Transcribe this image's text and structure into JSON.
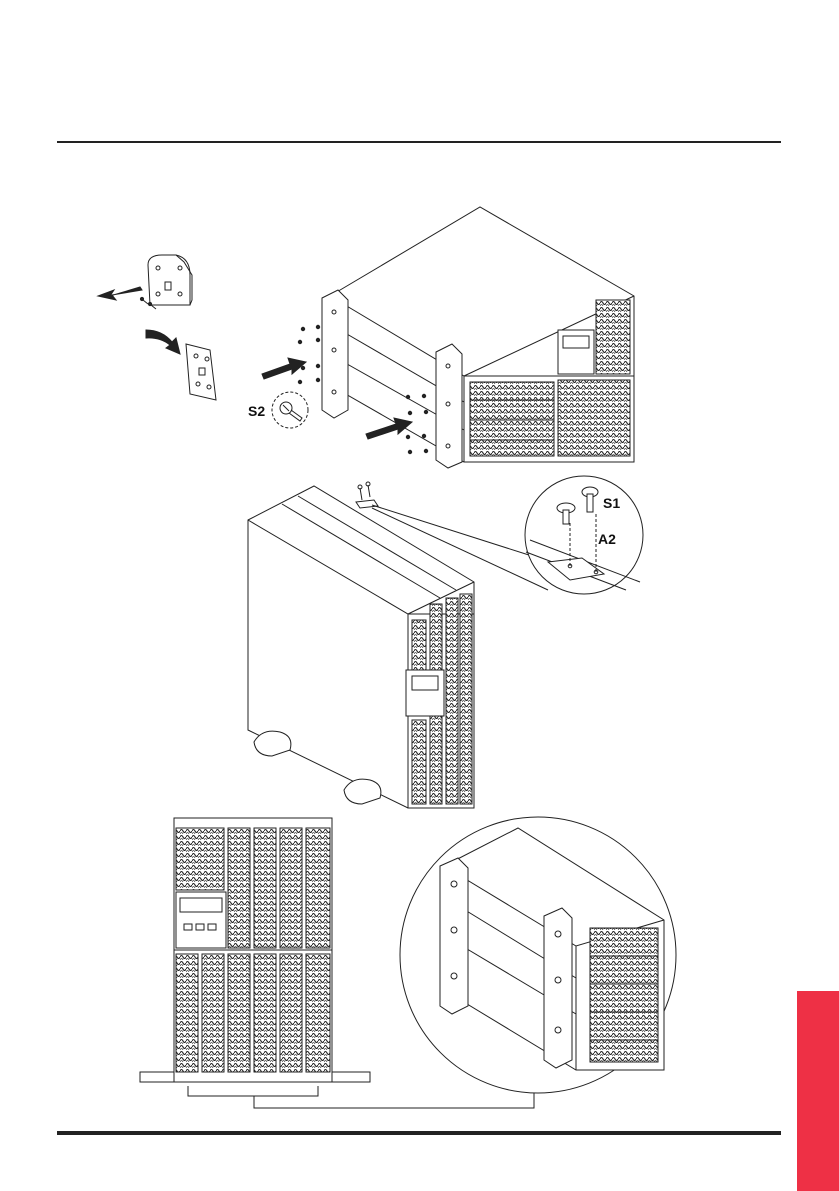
{
  "labels": {
    "s1": "S1",
    "s2": "S2",
    "a2": "A2"
  },
  "colors": {
    "accent_tab": "#ee3045",
    "line": "#222222"
  },
  "icons": {
    "screw": "screw-icon",
    "arrow": "arrow-icon",
    "bracket": "bracket-icon"
  }
}
